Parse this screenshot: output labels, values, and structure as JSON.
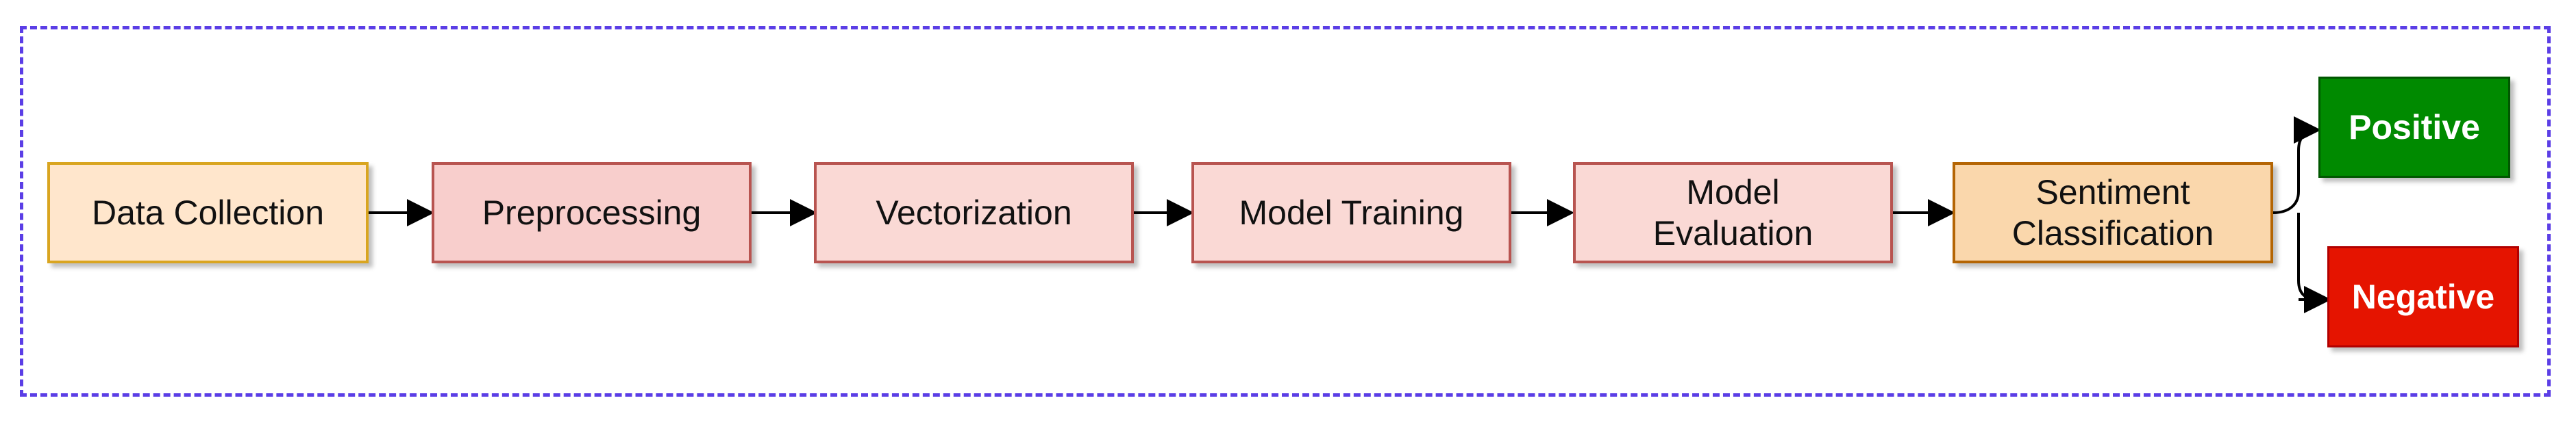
{
  "nodes": {
    "data_collection": "Data Collection",
    "preprocessing": "Preprocessing",
    "vectorization": "Vectorization",
    "model_training": "Model Training",
    "model_evaluation": "Model\nEvaluation",
    "sentiment_classification": "Sentiment\nClassification",
    "positive": "Positive",
    "negative": "Negative"
  },
  "colors": {
    "frame_border": "#5b3ee6",
    "data_collection_fill": "#ffe6cc",
    "pipeline_fill": "#f8cecc",
    "sentiment_fill": "#fad7ac",
    "positive_fill": "#008a00",
    "negative_fill": "#e51400"
  }
}
